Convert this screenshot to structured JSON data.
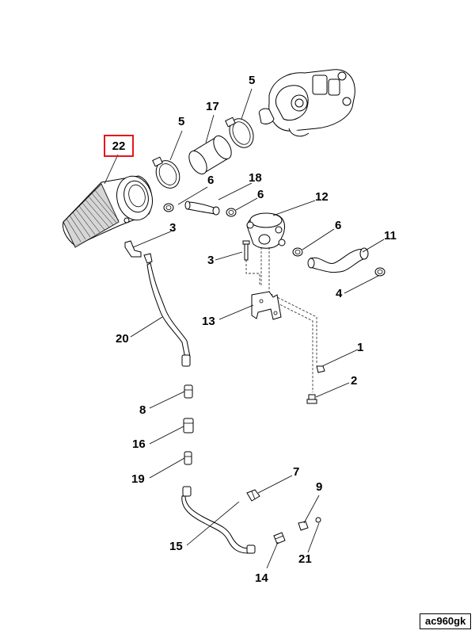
{
  "diagram": {
    "highlighted_callout": "22",
    "image_code": "ac960gk",
    "accent_color": "#e8141c",
    "callouts": {
      "c5a": "5",
      "c5b": "5",
      "c17": "17",
      "c6a": "6",
      "c18": "18",
      "c6b": "6",
      "c12": "12",
      "c3a": "3",
      "c6c": "6",
      "c11": "11",
      "c3b": "3",
      "c4": "4",
      "c13": "13",
      "c20": "20",
      "c1": "1",
      "c2": "2",
      "c8": "8",
      "c16": "16",
      "c19": "19",
      "c7": "7",
      "c9": "9",
      "c15": "15",
      "c21": "21",
      "c14": "14"
    }
  }
}
